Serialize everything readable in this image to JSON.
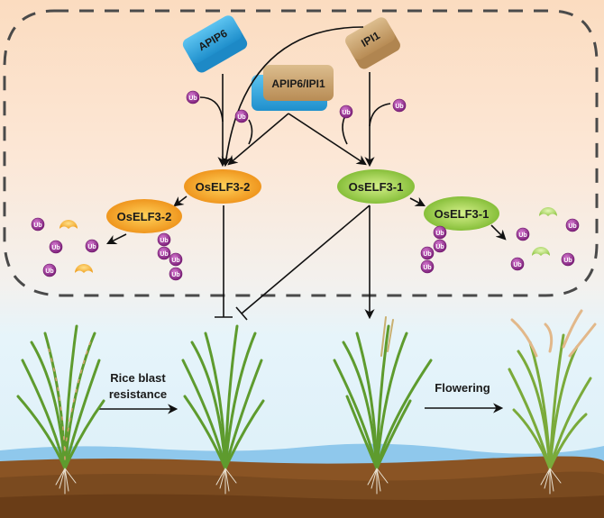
{
  "proteins": {
    "apip6": "APIP6",
    "ipi1": "IPI1",
    "complex": "APIP6/IPI1",
    "elf3_2": "OsELF3-2",
    "elf3_2_ub": "OsELF3-2",
    "elf3_1": "OsELF3-1",
    "elf3_1_ub": "OsELF3-1"
  },
  "ubiquitin_label": "Ub",
  "phenotypes": {
    "blast_line1": "Rice blast",
    "blast_line2": "resistance",
    "flowering": "Flowering"
  },
  "colors": {
    "apip6": "#2fa6dd",
    "ipi1": "#c9a06a",
    "elf3_2": "#f0a020",
    "elf3_1": "#8cc43c",
    "ubiquitin": "#9b2f96",
    "water": "#8ec8ec",
    "soil": "#7a4a1f",
    "plant": "#5e9b2e"
  }
}
